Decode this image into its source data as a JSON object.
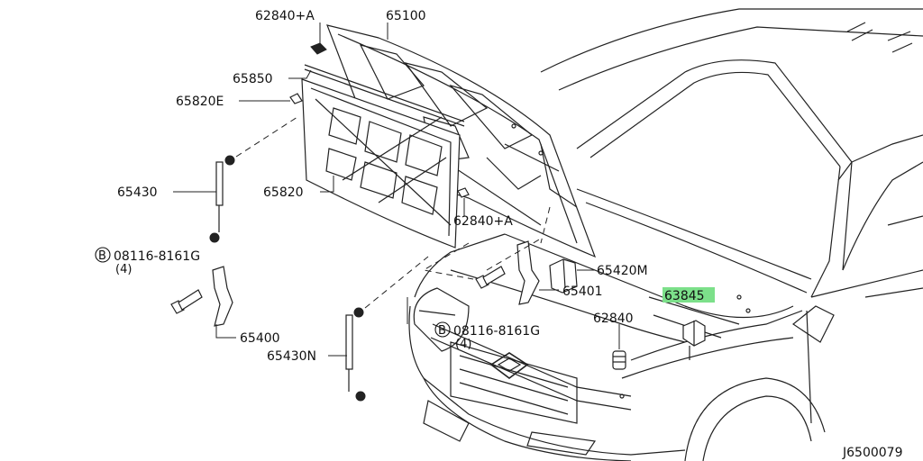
{
  "labels": {
    "p62840A_top": "62840+A",
    "p65100": "65100",
    "p65850": "65850",
    "p65820E": "65820E",
    "p65430": "65430",
    "p65820": "65820",
    "p62840A_mid": "62840+A",
    "p08116_left": "08116-8161G",
    "qty_left": "(4)",
    "p65420M": "65420M",
    "p65401": "65401",
    "p63845": "63845",
    "p62840": "62840",
    "p65400": "65400",
    "p08116_mid": "08116-8161G",
    "qty_mid": "(4)",
    "p65430N": "65430N",
    "bolt_symbol": "B",
    "diagram_code": "J6500079"
  },
  "colors": {
    "highlight": "#7CE08A",
    "line": "#222222",
    "background": "#ffffff"
  }
}
